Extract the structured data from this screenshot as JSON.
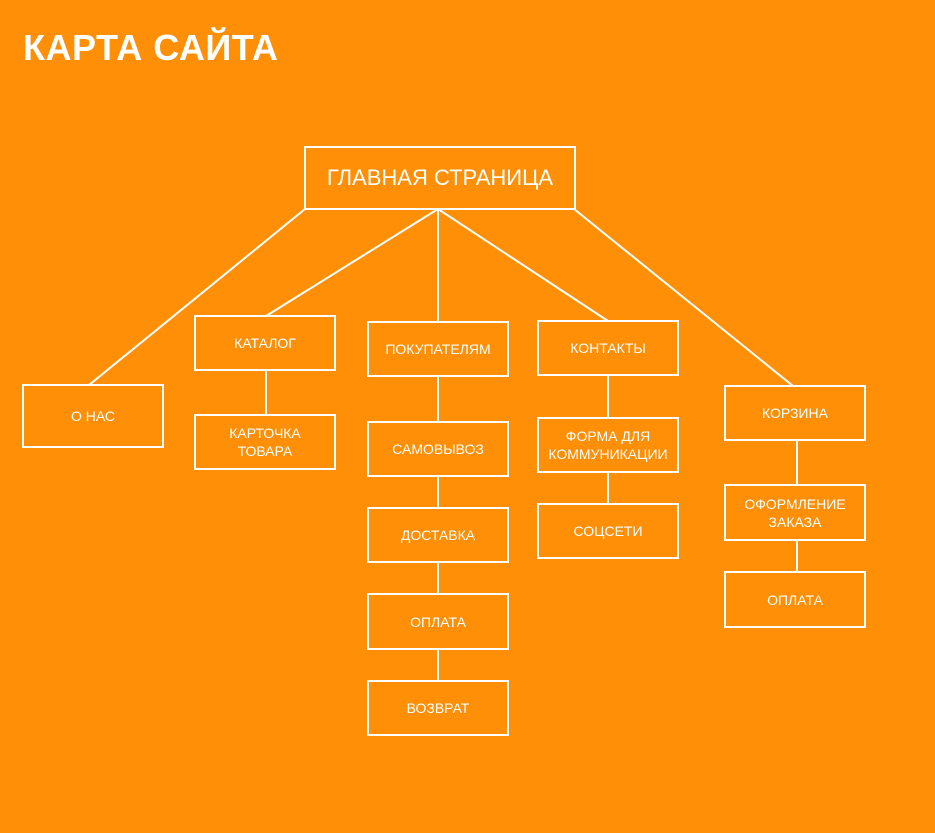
{
  "title": "КАРТА САЙТА",
  "nodes": {
    "home": "ГЛАВНАЯ СТРАНИЦА",
    "about": "О НАС",
    "catalog": "КАТАЛОГ",
    "product_card": "КАРТОЧКА ТОВАРА",
    "customers": "ПОКУПАТЕЛЯМ",
    "pickup": "САМОВЫВОЗ",
    "delivery": "ДОСТАВКА",
    "payment": "ОПЛАТА",
    "returns": "ВОЗВРАТ",
    "contacts": "КОНТАКТЫ",
    "contact_form": "ФОРМА ДЛЯ КОММУНИКАЦИИ",
    "social": "СОЦСЕТИ",
    "cart": "КОРЗИНА",
    "checkout": "ОФОРМЛЕНИЕ ЗАКАЗА",
    "cart_payment": "ОПЛАТА"
  },
  "colors": {
    "background": "#FF8F06",
    "foreground": "#FFFFFF"
  }
}
